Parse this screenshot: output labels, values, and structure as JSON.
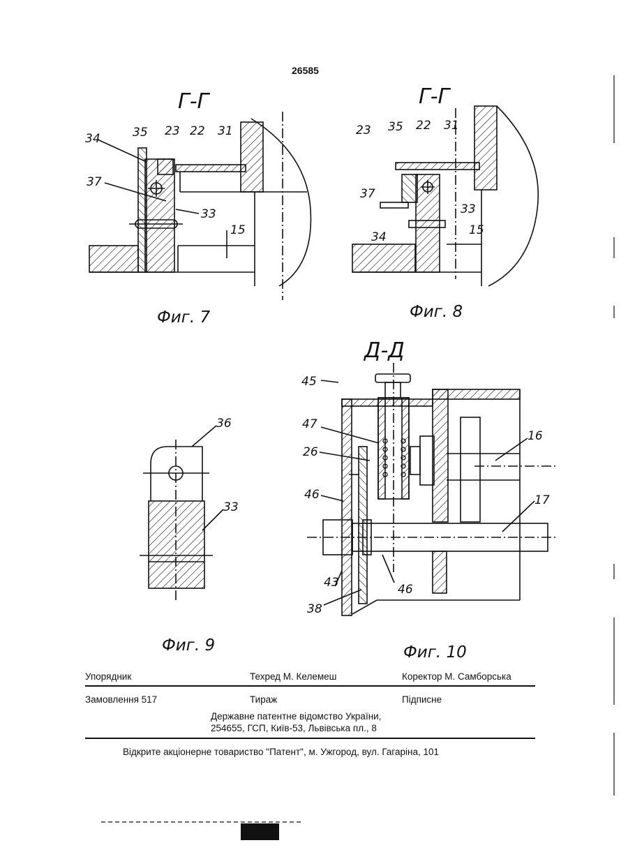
{
  "page_number": "26585",
  "figures": {
    "fig7": {
      "section_title": "Г-Г",
      "caption": "Фиг. 7",
      "labels": [
        "34",
        "35",
        "23",
        "22",
        "31",
        "37",
        "33",
        "15"
      ]
    },
    "fig8": {
      "section_title": "Г-Г",
      "caption": "Фиг. 8",
      "labels": [
        "23",
        "35",
        "22",
        "31",
        "37",
        "33",
        "34",
        "15"
      ]
    },
    "fig9": {
      "caption": "Фиг. 9",
      "labels": [
        "36",
        "33"
      ]
    },
    "fig10": {
      "section_title": "Д-Д",
      "caption": "Фиг. 10",
      "labels": [
        "45",
        "47",
        "26",
        "46",
        "16",
        "17",
        "43",
        "46",
        "38"
      ]
    }
  },
  "imprint": {
    "compiler": "Упорядник",
    "techred": "Техред М. Келемеш",
    "corrector": "Коректор М. Самборська",
    "order": "Замовлення 517",
    "circulation": "Тираж",
    "subscription": "Підписне",
    "office_line1": "Державне патентне відомство України,",
    "office_line2": "254655, ГСП, Київ-53, Львівська пл., 8",
    "publisher": "Відкрите акціонерне товариство \"Патент\", м. Ужгород, вул. Гагаріна, 101"
  }
}
